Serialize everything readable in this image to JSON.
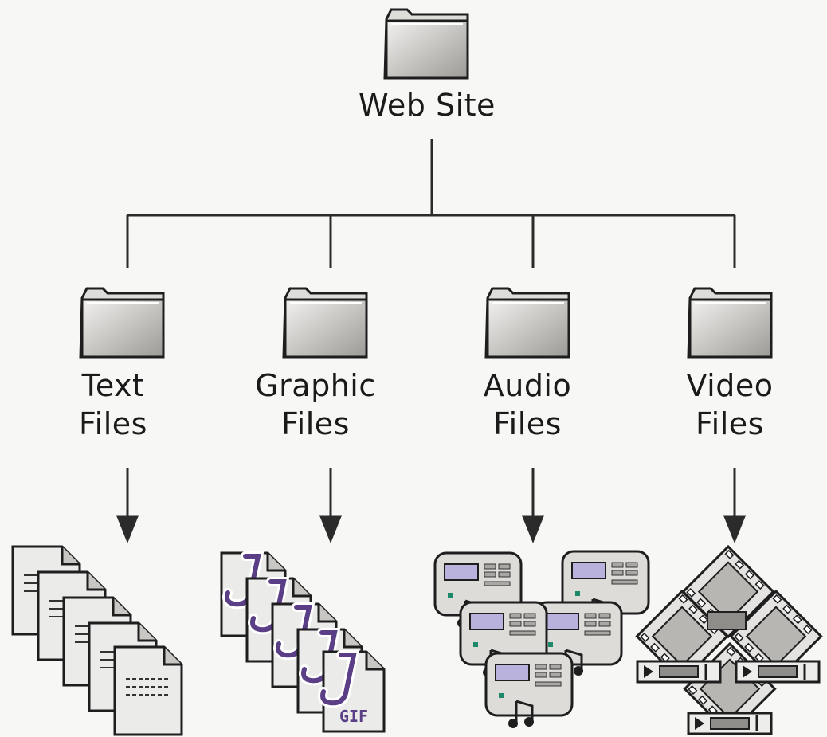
{
  "root": {
    "label": "Web Site",
    "icon": "folder-icon"
  },
  "children": [
    {
      "line1": "Text",
      "line2": "Files",
      "icon": "folder-icon",
      "contents_icon": "text-document-stack-icon"
    },
    {
      "line1": "Graphic",
      "line2": "Files",
      "icon": "folder-icon",
      "contents_icon": "gif-image-stack-icon"
    },
    {
      "line1": "Audio",
      "line2": "Files",
      "icon": "folder-icon",
      "contents_icon": "audio-file-cluster-icon"
    },
    {
      "line1": "Video",
      "line2": "Files",
      "icon": "folder-icon",
      "contents_icon": "video-film-cluster-icon"
    }
  ],
  "gif_badge": "GIF",
  "colors": {
    "background": "#f7f7f5",
    "line": "#2b2b2b",
    "folder": "#c9c7c4",
    "jpeg_glyph": "#5b3f86",
    "screen": "#b9b2dd"
  }
}
